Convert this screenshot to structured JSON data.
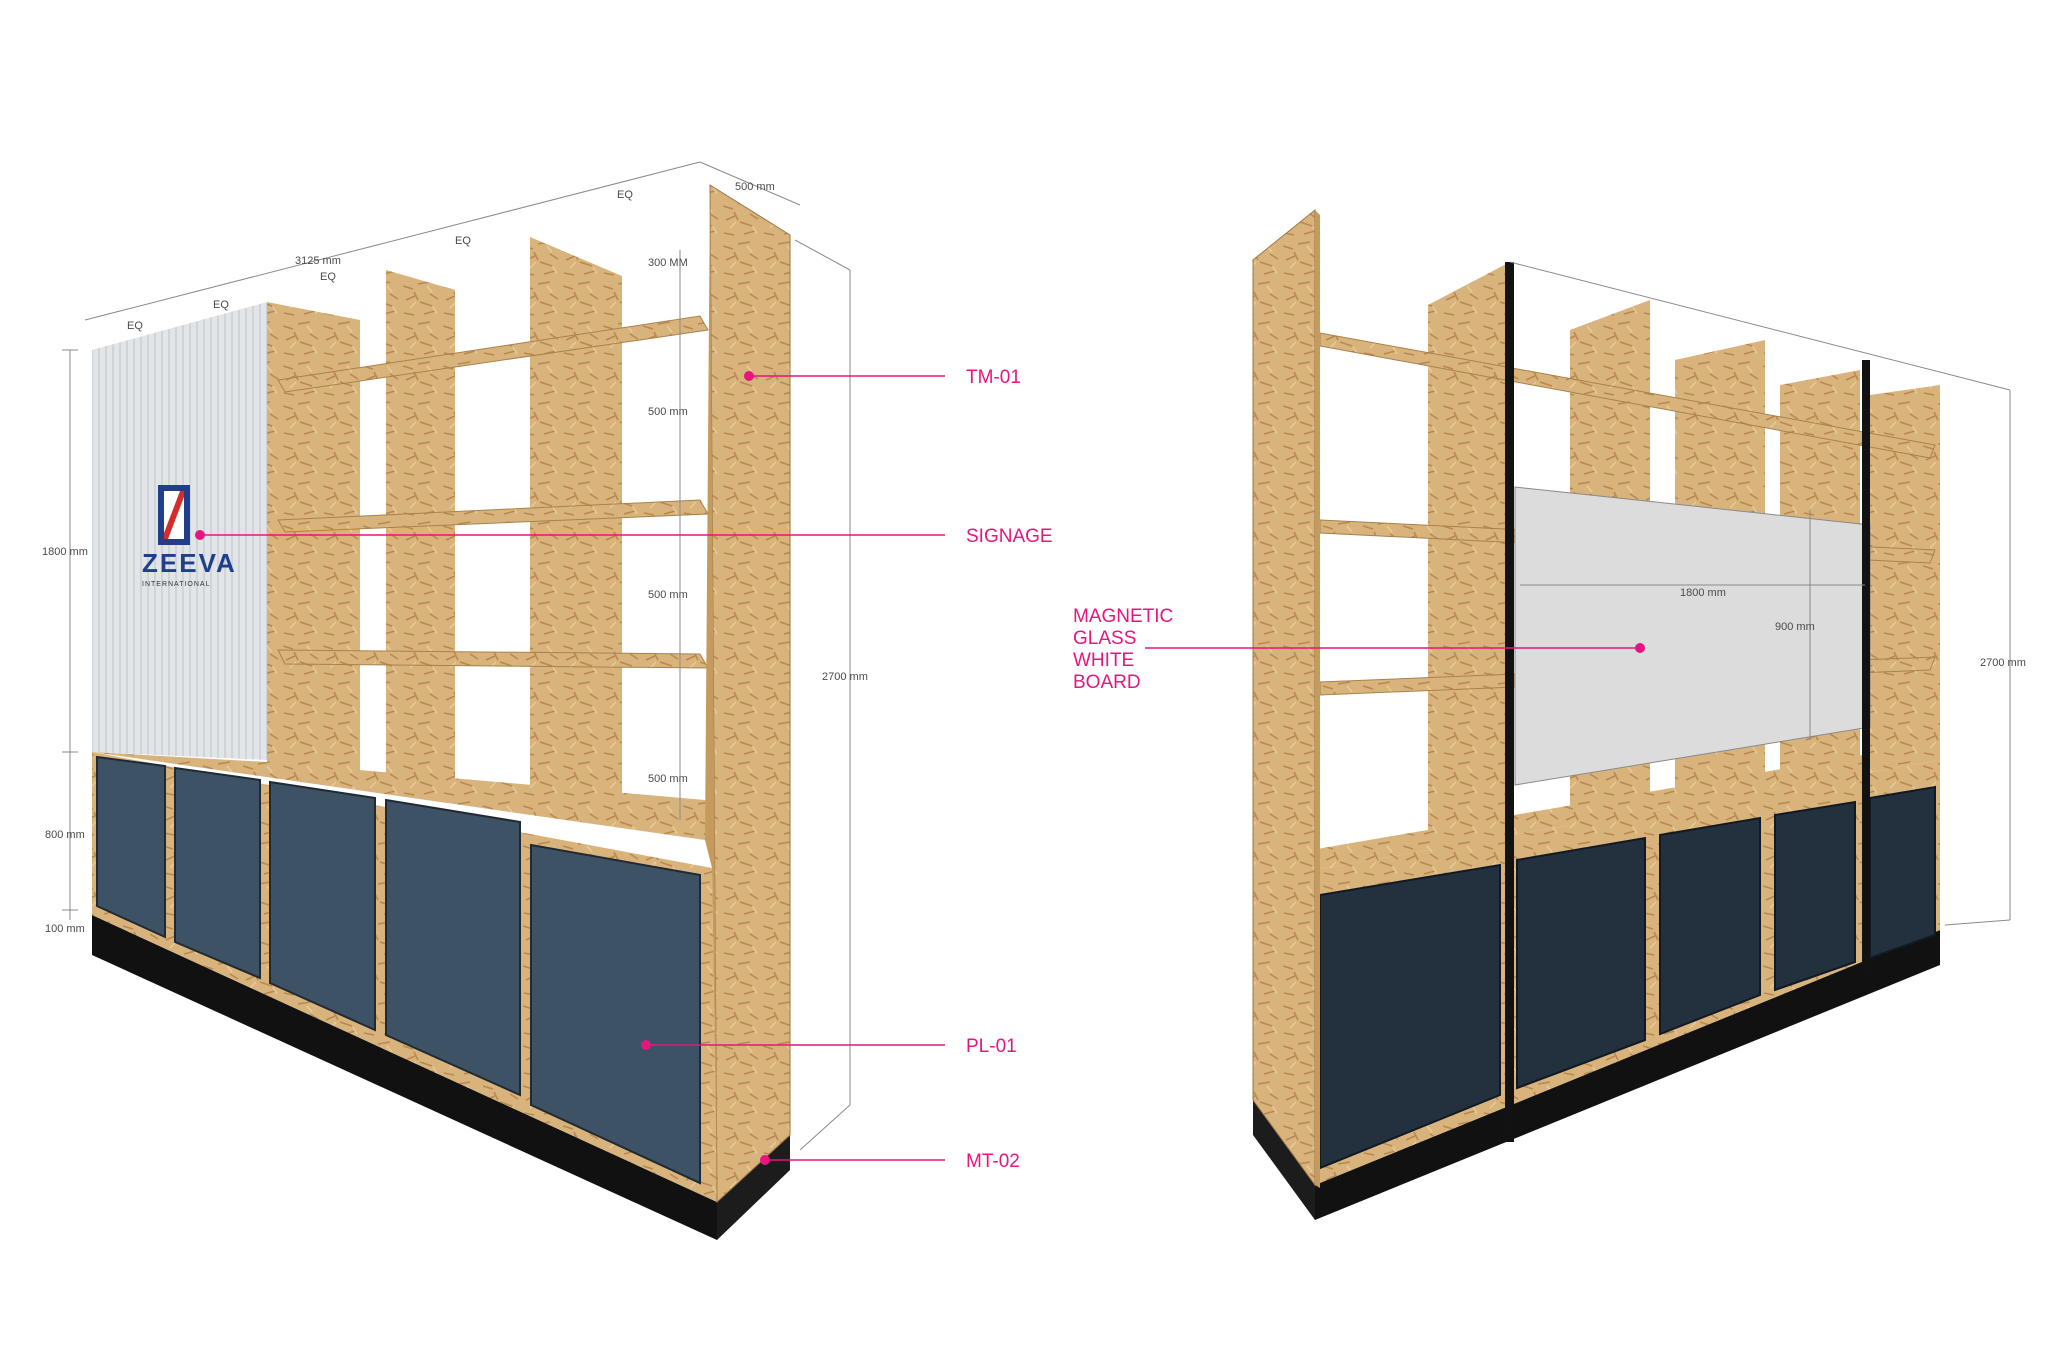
{
  "left_unit": {
    "logo": {
      "brand": "ZEEVA",
      "sub": "INTERNATIONAL"
    },
    "dimensions": {
      "overall_width": "3125 mm",
      "depth": "500 mm",
      "height_total": "2700 mm",
      "height_upper": "1800 mm",
      "height_cabinet": "800 mm",
      "height_plinth": "100 mm",
      "top_shelf": "300 MM",
      "shelf_1": "500 mm",
      "shelf_2": "500 mm",
      "shelf_3": "500 mm",
      "eq": [
        "EQ",
        "EQ",
        "EQ",
        "EQ",
        "EQ"
      ]
    },
    "callouts": [
      "TM-01",
      "SIGNAGE",
      "PL-01",
      "MT-02"
    ]
  },
  "right_unit": {
    "whiteboard_label": [
      "MAGNETIC",
      "GLASS",
      "WHITE",
      "BOARD"
    ],
    "dimensions": {
      "board_width": "1800 mm",
      "board_height": "900 mm",
      "height_total": "2700 mm"
    }
  },
  "colors": {
    "osb": "#d9b37c",
    "osb_dark": "#c59a5e",
    "panel_left": "#3e5265",
    "panel_right": "#23303e",
    "plinth": "#111111",
    "glass": "#d8dee2",
    "whiteboard": "#dcdcdc",
    "callout": "#e6157f"
  }
}
